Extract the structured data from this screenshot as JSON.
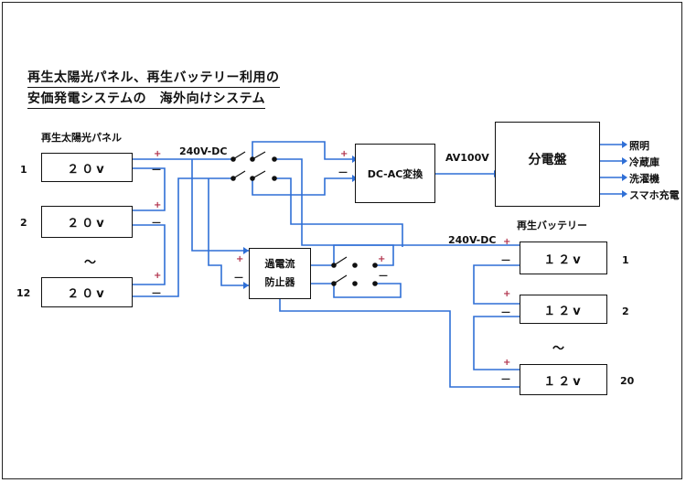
{
  "title": {
    "line1": "再生太陽光パネル、再生バッテリー利用の",
    "line2": "安価発電システムの　海外向けシステム"
  },
  "panels": {
    "header": "再生太陽光パネル",
    "items": [
      {
        "index": "1",
        "label": "２０v"
      },
      {
        "index": "2",
        "label": "２０v"
      },
      {
        "index": "12",
        "label": "２０v"
      }
    ],
    "ellipsis": "～"
  },
  "dc_label_top": "240V-DC",
  "inverter": "DC-AC変換",
  "ac_label": "AV100V",
  "distribution": "分電盤",
  "outputs": [
    "照明",
    "冷蔵庫",
    "洗濯機",
    "スマホ充電"
  ],
  "protector": {
    "line1": "過電流",
    "line2": "防止器"
  },
  "batteries": {
    "header": "再生バッテリー",
    "dc_label": "240V-DC",
    "items": [
      {
        "index": "1",
        "label": "１２v"
      },
      {
        "index": "2",
        "label": "１２v"
      },
      {
        "index": "20",
        "label": "１２v"
      }
    ],
    "ellipsis": "～"
  },
  "signs": {
    "plus": "+",
    "minus": "—"
  },
  "colors": {
    "wire": "#2f6fd6",
    "outline": "#111111",
    "plus": "#b0304a"
  }
}
